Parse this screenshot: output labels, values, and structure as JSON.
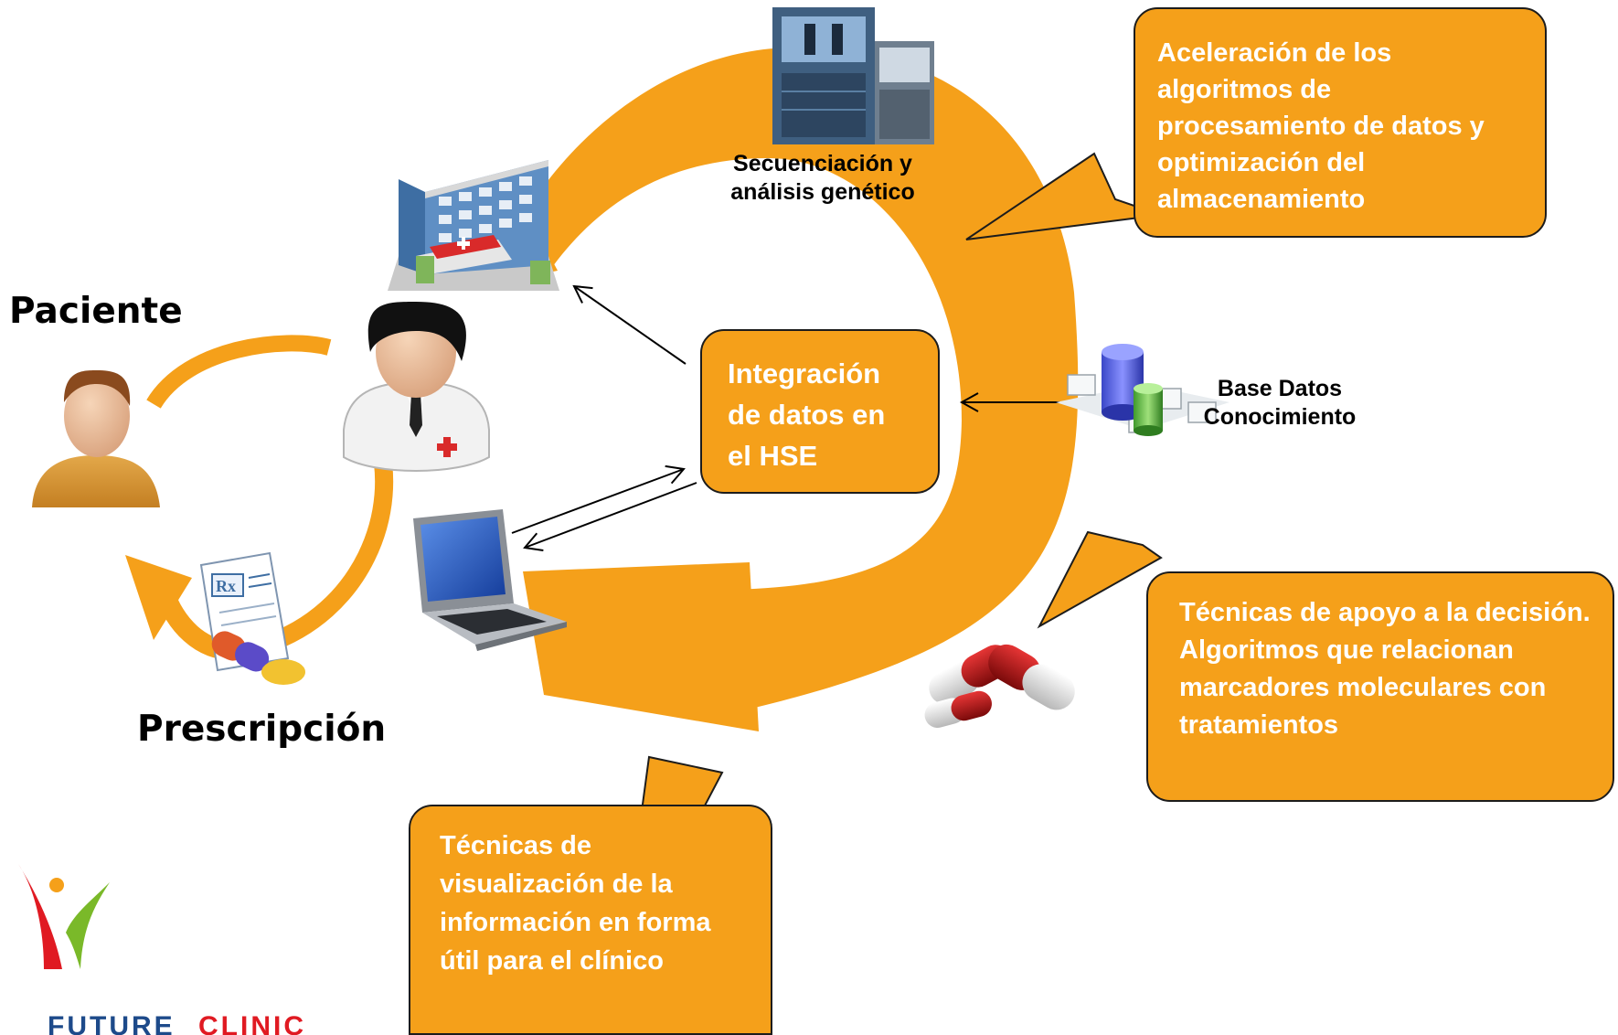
{
  "colors": {
    "arrow_orange": "#f5a01a",
    "box_orange": "#f5a01a",
    "box_text": "#ffffff",
    "logo_red": "#e01a22",
    "logo_green": "#7ab929"
  },
  "labels": {
    "patient": "Paciente",
    "prescription": "Prescripción",
    "sequencing": "Secuenciación y análisis genético",
    "database": "Base Datos Conocimiento"
  },
  "boxes": {
    "acceleration": "Aceleración de los algoritmos de procesamiento de datos y optimización del almacenamiento",
    "integration": "Integración de datos en el HSE",
    "decision": "Técnicas de apoyo a la decisión. Algoritmos que relacionan marcadores moleculares con tratamientos",
    "visualization": "Técnicas de visualización de la información en forma útil para el clínico"
  },
  "icons": {
    "hospital": "hospital-icon",
    "sequencer": "sequencer-icon",
    "database": "database-icon",
    "pills": "pills-icon",
    "laptop": "laptop-icon",
    "doctor": "doctor-icon",
    "patient": "patient-icon",
    "prescription": "prescription-icon"
  },
  "logo": {
    "text_part1": "FUTURE",
    "text_part2": "CLINIC"
  }
}
